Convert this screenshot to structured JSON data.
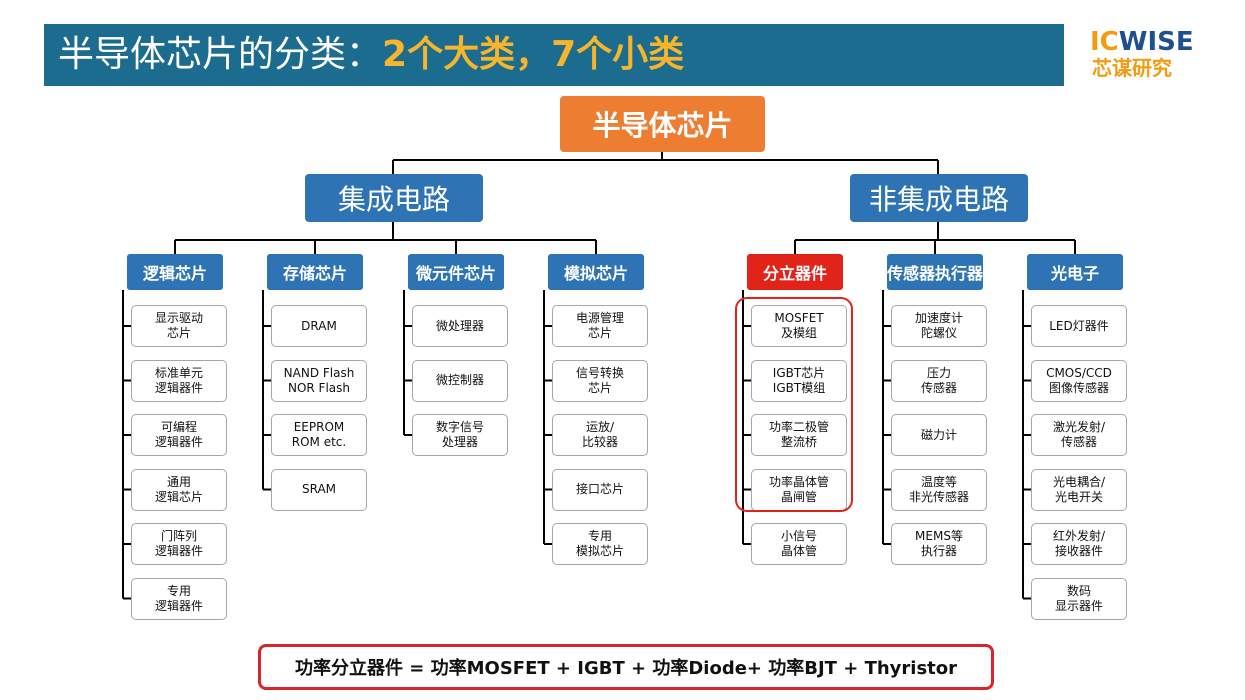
{
  "title": {
    "prefix": "半导体芯片的分类：",
    "highlight": "2个大类，7个小类"
  },
  "logo": {
    "top_accent": "IC",
    "top_rest": "WISE",
    "bottom": "芯谋研究"
  },
  "diagram": {
    "root": "半导体芯片",
    "left_branch": {
      "label": "集成电路",
      "categories": [
        {
          "label": "逻辑芯片",
          "items": [
            "显示驱动\n芯片",
            "标准单元\n逻辑器件",
            "可编程\n逻辑器件",
            "通用\n逻辑芯片",
            "门阵列\n逻辑器件",
            "专用\n逻辑器件"
          ]
        },
        {
          "label": "存储芯片",
          "items": [
            "DRAM",
            "NAND Flash\nNOR Flash",
            "EEPROM\nROM etc.",
            "SRAM"
          ]
        },
        {
          "label": "微元件芯片",
          "items": [
            "微处理器",
            "微控制器",
            "数字信号\n处理器"
          ]
        },
        {
          "label": "模拟芯片",
          "items": [
            "电源管理\n芯片",
            "信号转换\n芯片",
            "运放/\n比较器",
            "接口芯片",
            "专用\n模拟芯片"
          ]
        }
      ]
    },
    "right_branch": {
      "label": "非集成电路",
      "categories": [
        {
          "label": "分立器件",
          "items": [
            "MOSFET\n及模组",
            "IGBT芯片\nIGBT模组",
            "功率二极管\n整流桥",
            "功率晶体管\n晶闸管",
            "小信号\n晶体管"
          ]
        },
        {
          "label": "传感器执行器",
          "items": [
            "加速度计\n陀螺仪",
            "压力\n传感器",
            "磁力计",
            "温度等\n非光传感器",
            "MEMS等\n执行器"
          ]
        },
        {
          "label": "光电子",
          "items": [
            "LED灯器件",
            "CMOS/CCD\n图像传感器",
            "激光发射/\n传感器",
            "光电耦合/\n光电开关",
            "红外发射/\n接收器件",
            "数码\n显示器件"
          ]
        }
      ]
    }
  },
  "formula": "功率分立器件 = 功率MOSFET + IGBT + 功率Diode+ 功率BJT + Thyristor",
  "colors": {
    "title_bg": "#1c6c8f",
    "title_highlight": "#f7b52c",
    "root": "#ed7d31",
    "branch": "#2e74b5",
    "discrete_highlight": "#e2231a"
  }
}
